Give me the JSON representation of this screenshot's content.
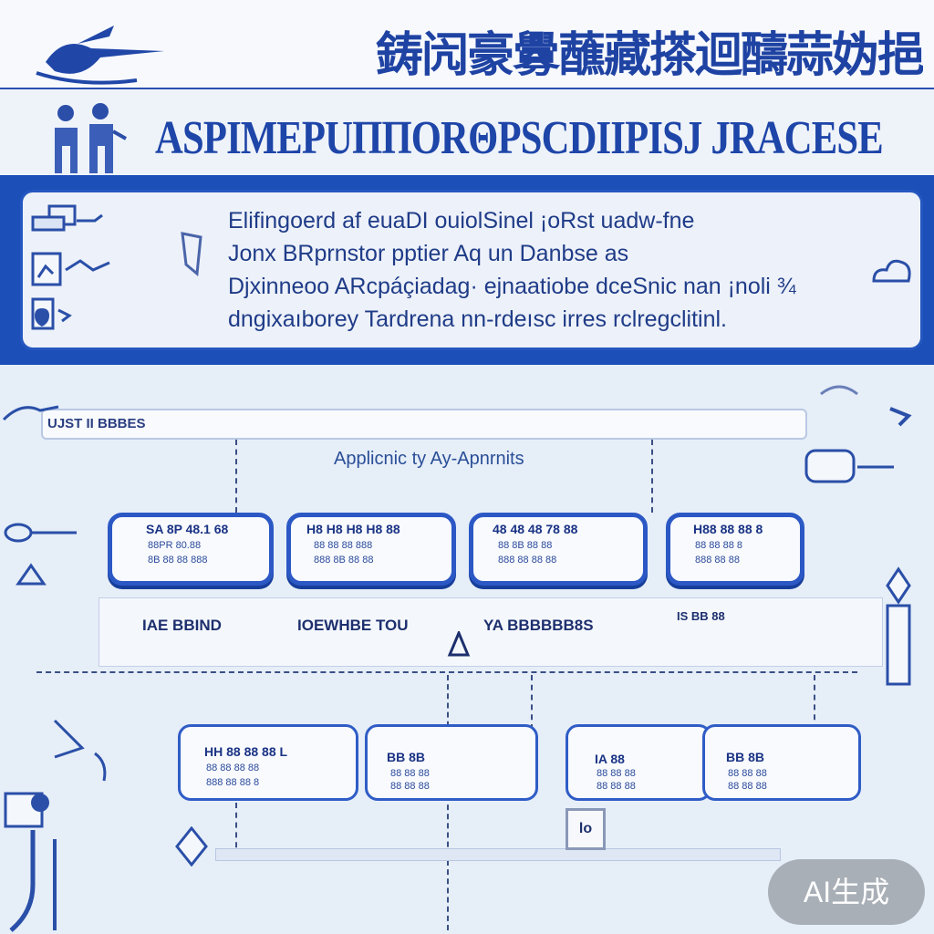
{
  "header": {
    "cjk_title": "鋳闶豪釁蘸藏搽迴醻蒜妫挹慢",
    "en_title": "ASPIMEPUΠΠΟRΘPSCDIIPISJ JRACESE"
  },
  "info": {
    "lines": [
      "Elifingoerd af euaDI ouiolSinel ¡oRst uadw-fne",
      "Jonx BRprnstor pptier Aq un Danbse as",
      "Djxinneoo ARcpáçiadag· ejnaatiobe dceSnic nan ¡noli ¾",
      "dngixaıborey Tardrena nn-rdeısc irres rclregclitinl."
    ]
  },
  "diagram": {
    "list_bar_label": "UJST II BBBES",
    "app_label": "Applicnic ty Ay-Apnrnits",
    "top_cards": [
      {
        "title": "SA 8P 48.1 68",
        "sub1": "88PR 80.88",
        "sub2": "8B 88 88 888"
      },
      {
        "title": "H8 H8 H8 H8 88",
        "sub1": "88 88 88 888",
        "sub2": "888 8B 88 88"
      },
      {
        "title": "48 48 48 78 88",
        "sub1": "88 8B 88 88",
        "sub2": "888 88 88 88"
      },
      {
        "title": "H88 88 88 8",
        "sub1": "88 88 88 8",
        "sub2": "888 88 88"
      }
    ],
    "row_labels": [
      "IAE BBIND",
      "IOEWHBE TOU",
      "YA BBBBBB8S",
      "IS BB 88"
    ],
    "bottom_cards": [
      {
        "title": "HH 88 88 88 L",
        "sub1": "88 88 88 88",
        "sub2": "888 88 88 8"
      },
      {
        "title": "BB 8B",
        "sub1": "88 88 88",
        "sub2": "88 88 88"
      },
      {
        "title": "IA 88",
        "sub1": "88 88 88",
        "sub2": "88 88 88"
      },
      {
        "title": "BB 8B",
        "sub1": "88 88 88",
        "sub2": "88 88 88"
      }
    ],
    "small_box_label": "lo"
  },
  "badge": {
    "label": "AI生成"
  }
}
